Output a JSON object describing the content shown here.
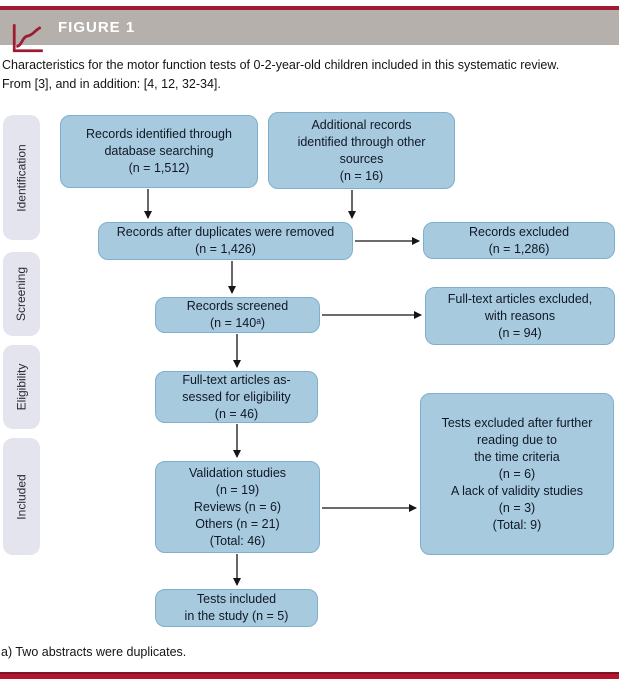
{
  "header": {
    "title": "FIGURE 1"
  },
  "caption": {
    "line1": "Characteristics for the motor function tests of 0-2-year-old children included in this systematic review.",
    "line2": "From [3], and in addition: [4, 12, 32-34]."
  },
  "stages": [
    {
      "label": "Identification"
    },
    {
      "label": "Screening"
    },
    {
      "label": "Eligibility"
    },
    {
      "label": "Included"
    }
  ],
  "flow": {
    "boxes": [
      {
        "name": "records-identified",
        "lines": [
          "Records identified through",
          "database searching",
          "(n = 1,512)"
        ]
      },
      {
        "name": "additional-records",
        "lines": [
          "Additional records",
          "identified through other",
          "sources",
          "(n = 16)"
        ]
      },
      {
        "name": "after-duplicates",
        "lines": [
          "Records after duplicates were removed",
          "(n = 1,426)"
        ]
      },
      {
        "name": "records-excluded",
        "lines": [
          "Records excluded",
          "(n = 1,286)"
        ]
      },
      {
        "name": "records-screened",
        "lines": [
          "Records screened",
          "(n = 140ᵃ)"
        ]
      },
      {
        "name": "fulltext-excluded",
        "lines": [
          "Full-text articles excluded,",
          "with reasons",
          "(n = 94)"
        ]
      },
      {
        "name": "fulltext-assessed",
        "lines": [
          "Full-text articles as-",
          "sessed for eligibility",
          "(n = 46)"
        ]
      },
      {
        "name": "tests-excluded",
        "lines": [
          "Tests excluded after further",
          "reading due to",
          "the time criteria",
          "(n = 6)",
          "A lack of validity studies",
          "(n = 3)",
          "(Total: 9)"
        ]
      },
      {
        "name": "validation-studies",
        "lines": [
          "Validation studies",
          "(n = 19)",
          "Reviews (n = 6)",
          "Others (n = 21)",
          "(Total: 46)"
        ]
      },
      {
        "name": "tests-included",
        "lines": [
          "Tests included",
          "in the study (n = 5)"
        ]
      }
    ]
  },
  "footnote": "a) Two abstracts were duplicates.",
  "colors": {
    "accent_red": "#9e1b32",
    "bottom_rule_red": "#b5122f",
    "header_gray": "#b5b0ab",
    "box_fill": "#a7cade",
    "box_border": "#7fafce",
    "stage_fill": "#e3e4ee"
  }
}
